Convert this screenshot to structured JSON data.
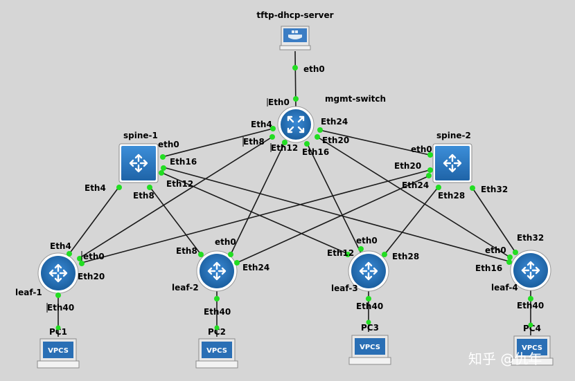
{
  "nodes": {
    "server": {
      "label": "tftp-dhcp-server"
    },
    "mgmt": {
      "label": "mgmt-switch"
    },
    "spine1": {
      "label": "spine-1"
    },
    "spine2": {
      "label": "spine-2"
    },
    "leaf1": {
      "label": "leaf-1"
    },
    "leaf2": {
      "label": "leaf-2"
    },
    "leaf3": {
      "label": "leaf-3"
    },
    "leaf4": {
      "label": "leaf-4"
    },
    "pc1": {
      "label": "PC1",
      "screen": "VPCS"
    },
    "pc2": {
      "label": "PC2",
      "screen": "VPCS"
    },
    "pc3": {
      "label": "PC3",
      "screen": "VPCS"
    },
    "pc4": {
      "label": "PC4",
      "screen": "VPCS"
    }
  },
  "interfaces": {
    "server_eth0": "eth0",
    "mgmt_eth0": "Eth0",
    "mgmt_eth4": "Eth4",
    "mgmt_eth8": "Eth8",
    "mgmt_eth12": "Eth12",
    "mgmt_eth16": "Eth16",
    "mgmt_eth20": "Eth20",
    "mgmt_eth24": "Eth24",
    "s1_eth0": "eth0",
    "s1_eth16": "Eth16",
    "s1_eth12": "Eth12",
    "s1_eth4": "Eth4",
    "s1_eth8": "Eth8",
    "s2_eth0": "eth0",
    "s2_eth20": "Eth20",
    "s2_eth24": "Eth24",
    "s2_eth28": "Eth28",
    "s2_eth32": "Eth32",
    "l1_eth4": "Eth4",
    "l1_eth0": "eth0",
    "l1_eth20": "Eth20",
    "l1_eth40": "Eth40",
    "l2_eth8": "Eth8",
    "l2_eth0": "eth0",
    "l2_eth24": "Eth24",
    "l2_eth40": "Eth40",
    "l3_eth0": "eth0",
    "l3_eth12": "Eth12",
    "l3_eth28": "Eth28",
    "l3_eth40": "Eth40",
    "l4_eth32": "Eth32",
    "l4_eth0": "eth0",
    "l4_eth16": "Eth16",
    "l4_eth40": "Eth40"
  },
  "watermark": "知乎 @仇年",
  "colors": {
    "background": "#d6d6d6",
    "link": "#1a1a1a",
    "port": "#22dd22",
    "router_fill": "#1f6fb8",
    "router_ring": "#ffffff",
    "switch_fill": "#2f7fc4",
    "switch_border": "#1a5a96",
    "pc_screen": "#2a6fb5"
  }
}
